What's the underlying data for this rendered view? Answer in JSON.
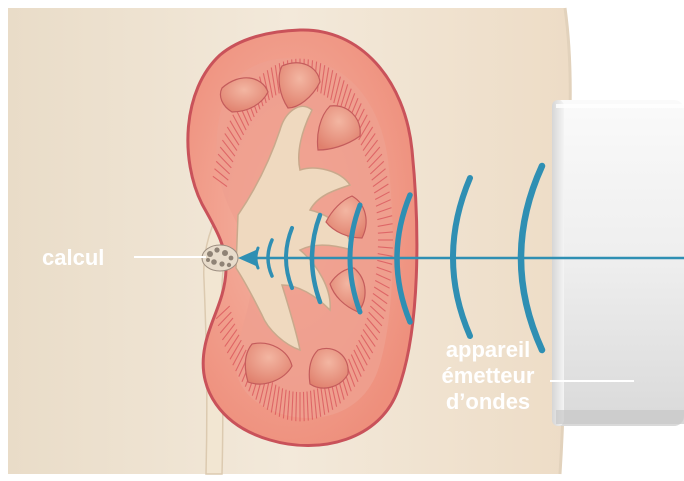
{
  "labels": {
    "calcul": "calcul",
    "device_lines": [
      "appareil",
      "émetteur",
      "d’ondes"
    ]
  },
  "colors": {
    "skin": "#efe4d4",
    "skin_edge": "#e6d8c4",
    "kidney_cortex": "#f1a08e",
    "kidney_outline": "#c9525a",
    "medulla": "#e8a79a",
    "pelvis": "#efd9bf",
    "ureter": "#f2e6d2",
    "wave": "#2f8fb3",
    "device_body": "#f2f2f2",
    "label_text": "#ffffff"
  }
}
